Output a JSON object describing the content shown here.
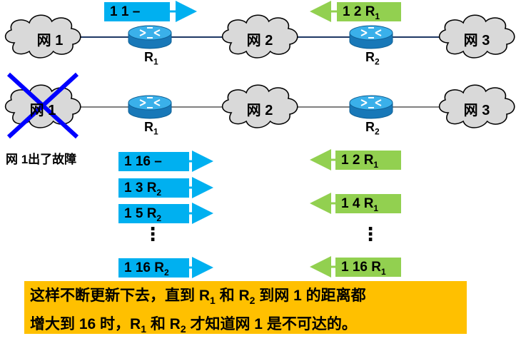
{
  "networks": {
    "net1": "网 1",
    "net2": "网 2",
    "net3": "网 3"
  },
  "routers": {
    "r1": {
      "base": "R",
      "sub": "1"
    },
    "r2": {
      "base": "R",
      "sub": "2"
    }
  },
  "top_messages": {
    "left": {
      "text": "1  1  –"
    },
    "right": {
      "text": "1  2  R",
      "sub": "1"
    }
  },
  "fault_note": "网 1出了故障",
  "blue_messages": [
    {
      "text": "1  16  –",
      "sub": ""
    },
    {
      "text": "1  3  R",
      "sub": "2"
    },
    {
      "text": "1  5  R",
      "sub": "2"
    },
    {
      "text": "1  16  R",
      "sub": "2"
    }
  ],
  "green_messages": [
    {
      "text": "1  2  R",
      "sub": "1"
    },
    {
      "text": "1  4  R",
      "sub": "1"
    },
    {
      "text": "1  16  R",
      "sub": "1"
    }
  ],
  "ellipsis": "⋮",
  "conclusion": {
    "line1_a": "这样不断更新下去，直到 R",
    "line1_sub1": "1",
    "line1_b": " 和 R",
    "line1_sub2": "2",
    "line1_c": " 到网 1 的距离都",
    "line2_a": "增大到 16 时，R",
    "line2_sub1": "1",
    "line2_b": " 和 R",
    "line2_sub2": "2",
    "line2_c": " 才知道网 1 是不可达的。"
  },
  "colors": {
    "blue_box": "#00b0f0",
    "green_box": "#92d050",
    "conclusion_bg": "#ffc000",
    "cross": "#0000ff",
    "router": "#1f8fd0"
  }
}
